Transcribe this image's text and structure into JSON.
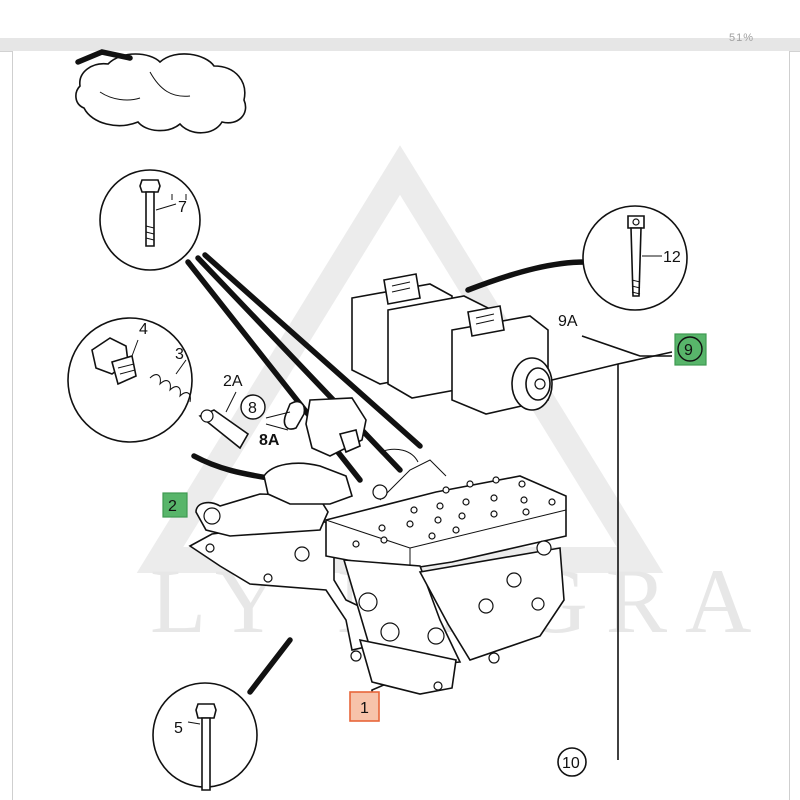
{
  "viewer": {
    "zoom_text": "51%"
  },
  "diagram": {
    "watermark": "LY MAGRA",
    "labels": {
      "l1": "1",
      "l2": "2",
      "l2a": "2A",
      "l3": "3",
      "l4": "4",
      "l5": "5",
      "l7": "7",
      "l8": "8",
      "l8a": "8A",
      "l9": "9",
      "l9a": "9A",
      "l10": "10",
      "l12": "12"
    },
    "highlights": {
      "green_fill": "#58b56a",
      "green_border": "#3f9a52",
      "orange_fill": "#f7c3aa",
      "orange_border": "#e8663a"
    }
  }
}
